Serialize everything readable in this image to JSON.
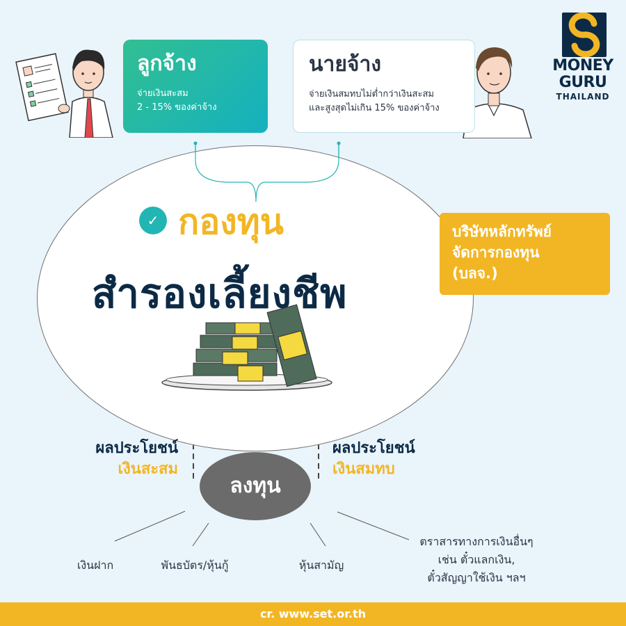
{
  "logo": {
    "line1": "MONEY",
    "line2": "GURU",
    "line3": "THAILAND"
  },
  "employee": {
    "title": "ลูกจ้าง",
    "desc1": "จ่ายเงินสะสม",
    "desc2": "2 - 15% ของค่าจ้าง"
  },
  "employer": {
    "title": "นายจ้าง",
    "desc1": "จ่ายเงินสมทบไม่ต่ำกว่าเงินสะสม",
    "desc2": "และสูงสุดไม่เกิน 15% ของค่าจ้าง"
  },
  "fund": {
    "line1": "กองทุน",
    "line2": "สำรองเลี้ยงชีพ"
  },
  "manager": {
    "line1": "บริษัทหลักทรัพย์",
    "line2": "จัดการกองทุน",
    "line3": "(บลจ.)"
  },
  "invest": {
    "label": "ลงทุน"
  },
  "benefit_left": {
    "line1": "ผลประโยชน์",
    "line2": "เงินสะสม"
  },
  "benefit_right": {
    "line1": "ผลประโยชน์",
    "line2": "เงินสมทบ"
  },
  "assets": {
    "a1": "เงินฝาก",
    "a2": "พันธบัตร/หุ้นกู้",
    "a3": "หุ้นสามัญ",
    "a4_l1": "ตราสารทางการเงินอื่นๆ",
    "a4_l2": "เช่น ตั๋วแลกเงิน,",
    "a4_l3": "ตั๋วสัญญาใช้เงิน ฯลฯ"
  },
  "footer": {
    "credit": "cr. www.set.or.th"
  },
  "colors": {
    "yellow": "#f2b625",
    "navy": "#0c2a45",
    "teal": "#14b1bf",
    "green": "#32bf92",
    "gray": "#6b6b6b",
    "background": "#eaf4fb"
  }
}
